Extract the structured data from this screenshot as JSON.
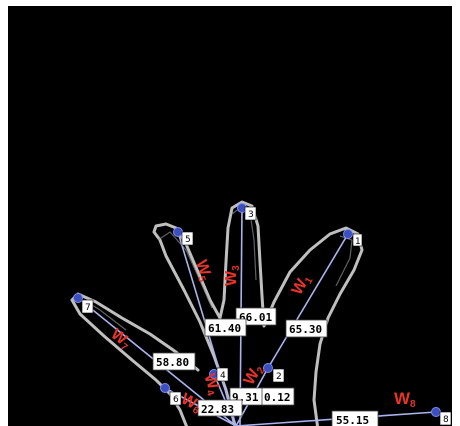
{
  "figure": {
    "background": "#000000",
    "line_color": "#aab3ef",
    "point_color": "#3c4fbf",
    "label_color": "#e8332a",
    "points": [
      "1",
      "2",
      "3",
      "4",
      "5",
      "6",
      "7",
      "8"
    ],
    "measurements": [
      "66.01",
      "61.40",
      "65.30",
      "58.80",
      "9.31",
      "0.12",
      "22.83",
      "55.15"
    ],
    "weights": [
      {
        "main": "W",
        "sub": "1"
      },
      {
        "main": "W",
        "sub": "2"
      },
      {
        "main": "W",
        "sub": "3"
      },
      {
        "main": "W",
        "sub": "4"
      },
      {
        "main": "W",
        "sub": "5"
      },
      {
        "main": "W",
        "sub": "6"
      },
      {
        "main": "W",
        "sub": "7"
      },
      {
        "main": "W",
        "sub": "8"
      }
    ]
  }
}
